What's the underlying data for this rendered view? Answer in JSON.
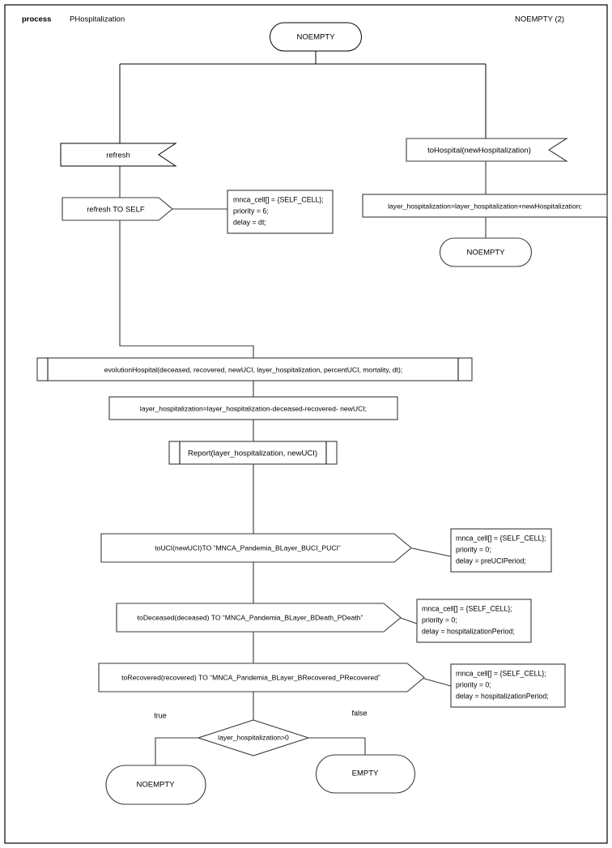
{
  "header": {
    "keyword": "process",
    "process_name": "PHospitalization",
    "right_label": "NOEMPTY (2)"
  },
  "nodes": {
    "start_terminal": "NOEMPTY",
    "refresh_input": "refresh",
    "refresh_to_self": "refresh TO SELF",
    "to_hospital_input": "toHospital(newHospitalization)",
    "hospital_assign": "layer_hospitalization=layer_hospitalization+newHospitalization;",
    "hospital_terminal": "NOEMPTY",
    "evolution_call": "evolutionHospital(deceased, recovered, newUCI, layer_hospitalization, percentUCI, mortality, dt);",
    "decrement_assign": "layer_hospitalization=layer_hospitalization-deceased-recovered- newUCI;",
    "report_call": "Report(layer_hospitalization, newUCI)",
    "to_uci": "toUCI(newUCI)TO “MNCA_Pandemia_BLayer_BUCI_PUCI”",
    "to_deceased": "toDeceased(deceased) TO “MNCA_Pandemia_BLayer_BDeath_PDeath”",
    "to_recovered": "toRecovered(recovered) TO “MNCA_Pandemia_BLayer_BRecovered_PRecovered”",
    "decision": "layer_hospitalization>0",
    "true_terminal": "NOEMPTY",
    "false_terminal": "EMPTY"
  },
  "branch_labels": {
    "true": "true",
    "false": "false"
  },
  "notes": {
    "refresh_note": {
      "line1": "mnca_cell[] = {SELF_CELL};",
      "line2": "priority = 6;",
      "line3": "delay = dt;"
    },
    "uci_note": {
      "line1": "mnca_cell[] = {SELF_CELL};",
      "line2": "priority = 0;",
      "line3": "delay = preUCIPeriod;"
    },
    "deceased_note": {
      "line1": "mnca_cell[] = {SELF_CELL};",
      "line2": "priority = 0;",
      "line3": "delay = hospitalizationPeriod;"
    },
    "recovered_note": {
      "line1": "mnca_cell[] = {SELF_CELL};",
      "line2": "priority = 0;",
      "line3": "delay = hospitalizationPeriod;"
    }
  },
  "colors": {
    "stroke": "#3a3a3a",
    "frame": "#000000",
    "background": "#ffffff",
    "text": "#000000"
  }
}
